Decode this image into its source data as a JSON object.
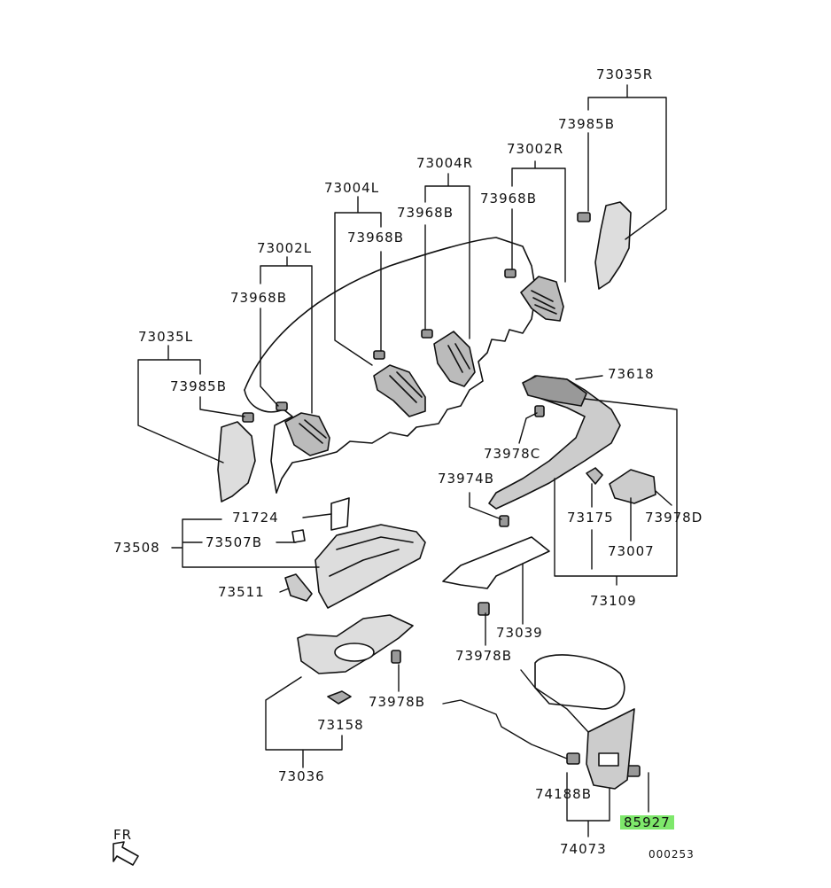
{
  "diagram": {
    "figure_code": "000253",
    "front_marker": "FR",
    "highlight_color": "#7ee86b",
    "line_color": "#111111",
    "parts": {
      "p73035R": "73035R",
      "p73985B_r": "73985B",
      "p73002R": "73002R",
      "p73968B_r": "73968B",
      "p73004R": "73004R",
      "p73968B_cr": "73968B",
      "p73004L": "73004L",
      "p73968B_cl": "73968B",
      "p73002L": "73002L",
      "p73968B_l": "73968B",
      "p73035L": "73035L",
      "p73985B_l": "73985B",
      "p73618": "73618",
      "p73978C": "73978C",
      "p73974B": "73974B",
      "p73175": "73175",
      "p73978D": "73978D",
      "p73007": "73007",
      "p73109": "73109",
      "p71724": "71724",
      "p73508": "73508",
      "p73507B": "73507B",
      "p73511": "73511",
      "p73039": "73039",
      "p73978B_a": "73978B",
      "p73978B_b": "73978B",
      "p73158": "73158",
      "p73036": "73036",
      "p74188B": "74188B",
      "p74073": "74073",
      "p85927": "85927"
    }
  }
}
